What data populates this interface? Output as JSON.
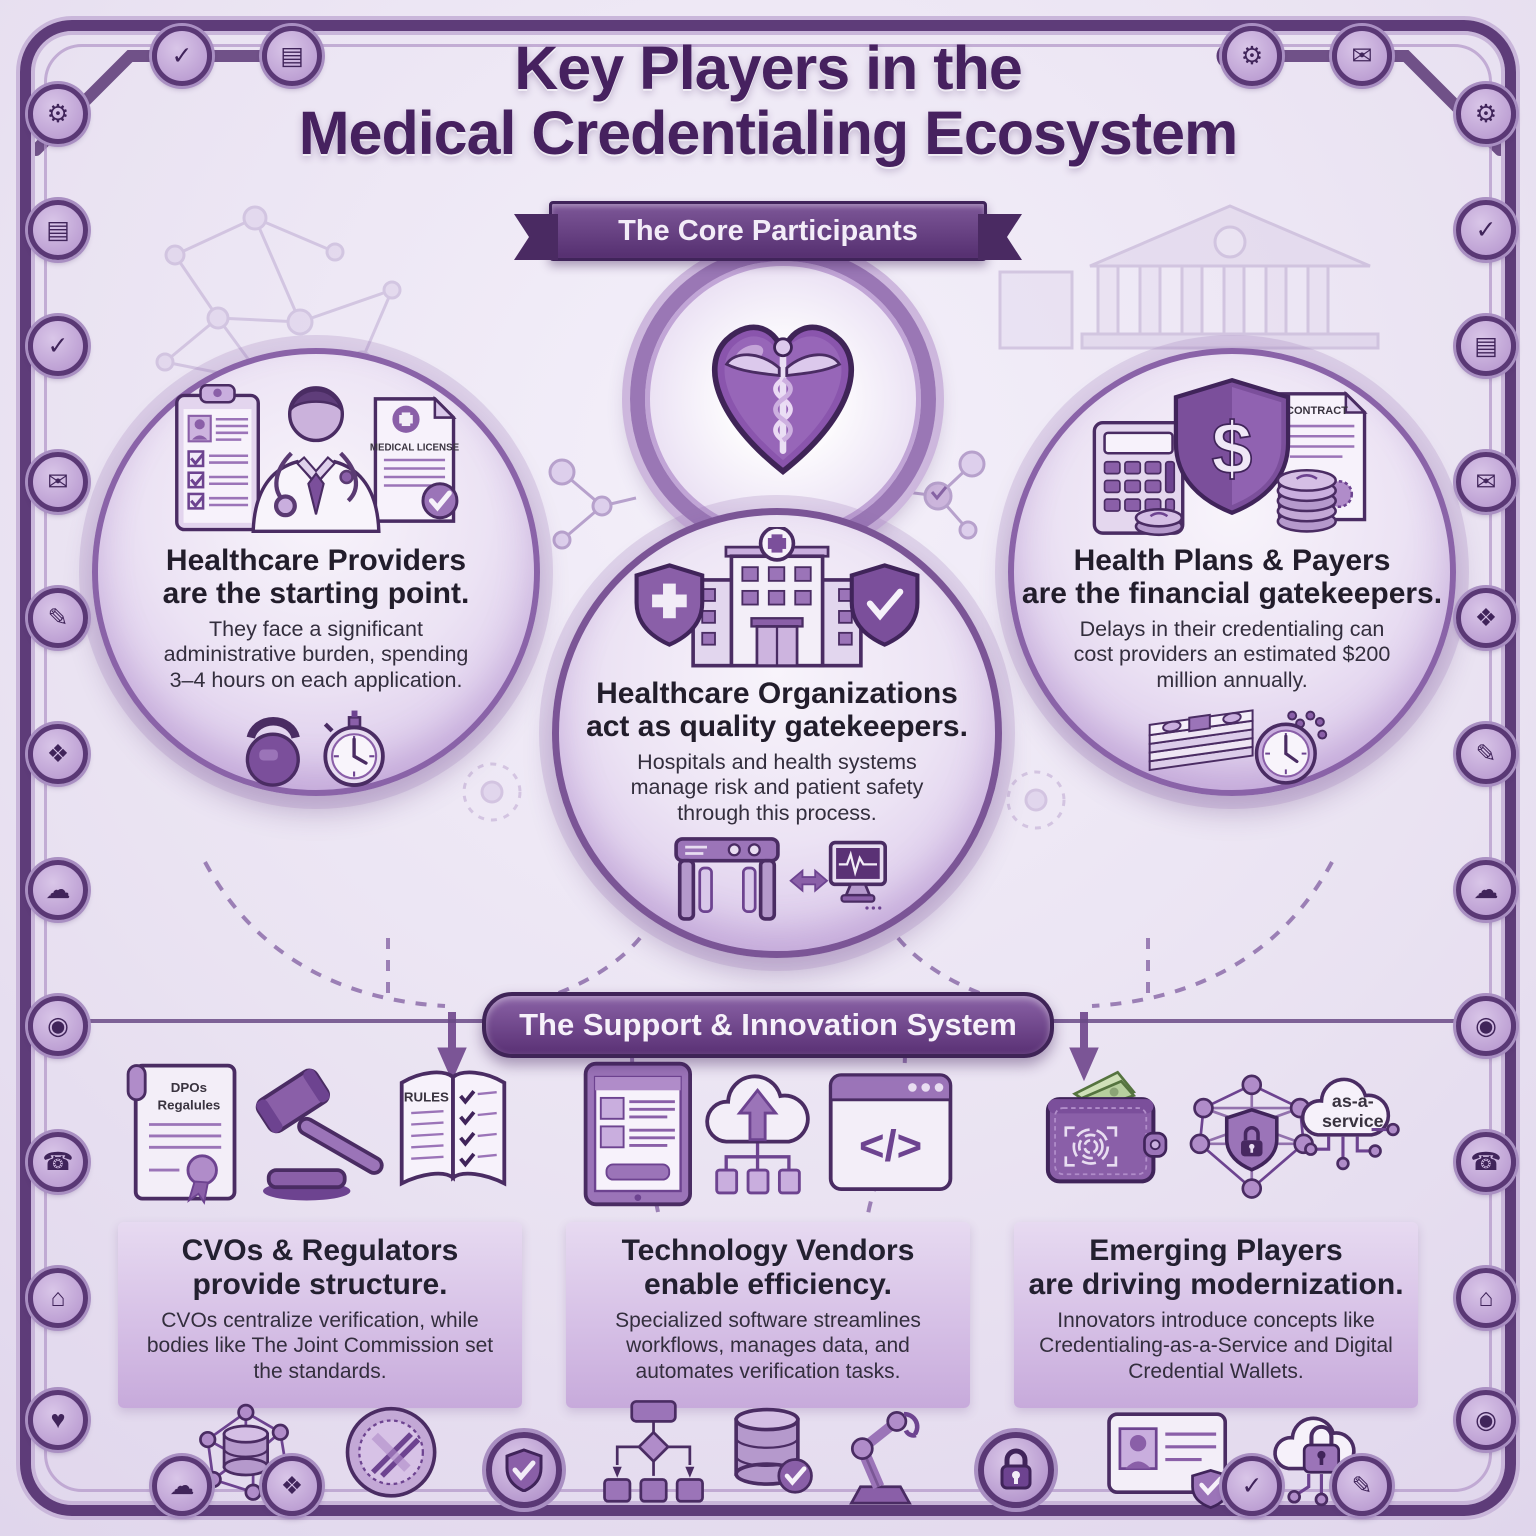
{
  "title": {
    "line1": "Key Players in the",
    "line2": "Medical Credentialing Ecosystem"
  },
  "banners": {
    "core": "The Core Participants",
    "support": "The Support & Innovation System"
  },
  "core": {
    "providers": {
      "title": "Healthcare Providers",
      "subtitle": "are the starting point.",
      "body": "They face a significant administrative burden, spending 3–4 hours on each application.",
      "license_label": "MEDICAL LICENSE"
    },
    "organizations": {
      "title": "Healthcare Organizations",
      "subtitle": "act as quality gatekeepers.",
      "body": "Hospitals and health systems manage risk and patient safety through this process."
    },
    "payers": {
      "title": "Health Plans & Payers",
      "subtitle": "are the financial gatekeepers.",
      "body": "Delays in their credentialing can cost providers an estimated $200 million annually.",
      "contract_label": "CONTRACT"
    }
  },
  "support": {
    "cvos": {
      "title": "CVOs & Regulators",
      "subtitle": "provide structure.",
      "body": "CVOs centralize verification, while bodies like The Joint Commission set the standards.",
      "scroll_line1": "DPOs",
      "scroll_line2": "Regalules",
      "book_label": "RULES"
    },
    "vendors": {
      "title": "Technology Vendors",
      "subtitle": "enable efficiency.",
      "body": "Specialized software streamlines workflows, manages data, and automates verification tasks.",
      "code_label": "</>"
    },
    "emerging": {
      "title": "Emerging Players",
      "subtitle": "are driving modernization.",
      "body": "Innovators introduce concepts like Credentialing-as-a-Service and Digital Credential Wallets.",
      "cloud_line1": "as-a-",
      "cloud_line2": "service"
    }
  },
  "colors": {
    "accent": "#5c3378",
    "deep": "#40245a",
    "mid": "#8a5fa8",
    "panel": "#d8c2e8",
    "ink": "#232030"
  },
  "icon_glyphs": {
    "gear": "⚙",
    "doc": "▤",
    "check": "✓",
    "mail": "✉",
    "pencil": "✎",
    "node": "❖",
    "cloud": "☁",
    "target": "◉",
    "phone": "☎",
    "home": "⌂",
    "heart": "♥",
    "flag": "⚑"
  },
  "border_icons": [
    "gear",
    "doc",
    "check",
    "mail",
    "pencil",
    "node",
    "cloud",
    "target",
    "phone",
    "home",
    "heart",
    "gear",
    "check",
    "doc",
    "mail",
    "node",
    "pencil",
    "cloud",
    "target",
    "phone",
    "home",
    "check",
    "doc",
    "gear",
    "mail",
    "cloud",
    "node",
    "check",
    "pencil",
    "target"
  ]
}
